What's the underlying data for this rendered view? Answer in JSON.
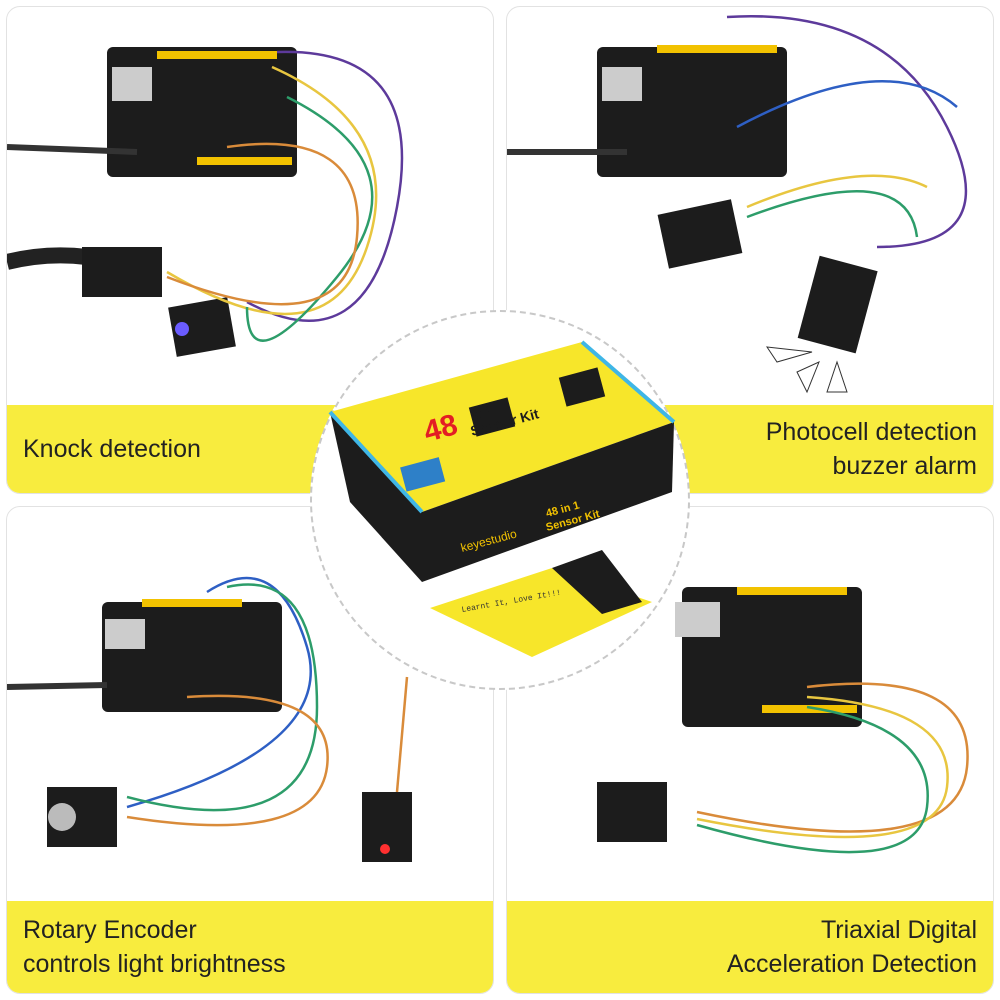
{
  "panels": [
    {
      "caption_lines": [
        "Knock detection"
      ]
    },
    {
      "caption_lines": [
        "Photocell detection",
        "buzzer alarm"
      ]
    },
    {
      "caption_lines": [
        "Rotary Encoder",
        "controls light brightness"
      ]
    },
    {
      "caption_lines": [
        "Triaxial Digital",
        "Acceleration Detection"
      ]
    }
  ],
  "product": {
    "box_count": "48",
    "box_title_line1": "in 1",
    "box_title_line2": "Sensor Kit",
    "brand": "keyestudio",
    "side_title_line1": "48 in 1",
    "side_title_line2": "Sensor Kit",
    "manual_text": "Learnt It, Love It!!!"
  },
  "colors": {
    "accent_yellow": "#f8ec3e",
    "board_black": "#1c1c1c",
    "border": "#e2e2e2"
  }
}
